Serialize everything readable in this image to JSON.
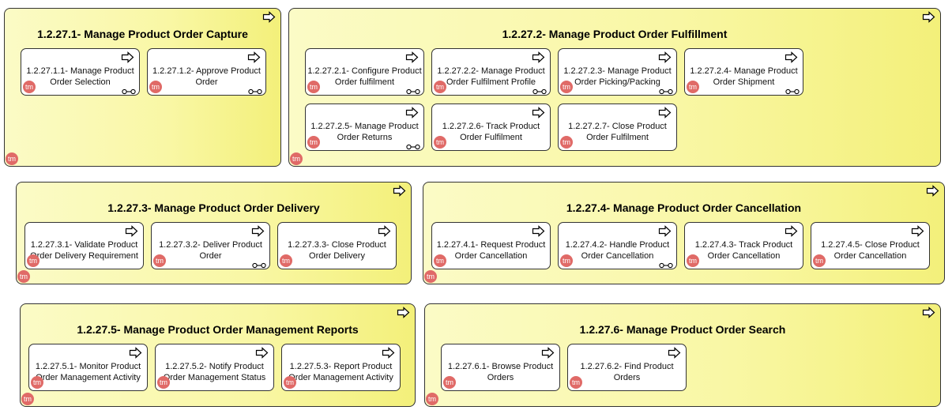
{
  "diagram": {
    "groups": [
      {
        "title": "1.2.27.1- Manage Product Order Capture",
        "processes": [
          {
            "label": "1.2.27.1.1- Manage Product Order Selection",
            "link": true
          },
          {
            "label": "1.2.27.1.2- Approve Product Order",
            "link": true
          }
        ]
      },
      {
        "title": "1.2.27.2- Manage Product Order Fulfillment",
        "processes": [
          {
            "label": "1.2.27.2.1- Configure Product Order fulfilment",
            "link": true
          },
          {
            "label": "1.2.27.2.2- Manage Product Order Fulfilment Profile",
            "link": true
          },
          {
            "label": "1.2.27.2.3- Manage Product Order Picking/Packing",
            "link": true
          },
          {
            "label": "1.2.27.2.4- Manage Product Order Shipment",
            "link": true
          },
          {
            "label": "1.2.27.2.5- Manage Product Order Returns",
            "link": true
          },
          {
            "label": "1.2.27.2.6- Track Product Order Fulfilment",
            "link": false
          },
          {
            "label": "1.2.27.2.7- Close Product Order Fulfilment",
            "link": false
          }
        ]
      },
      {
        "title": "1.2.27.3- Manage Product Order Delivery",
        "processes": [
          {
            "label": "1.2.27.3.1- Validate Product Order Delivery Requirement",
            "link": false
          },
          {
            "label": "1.2.27.3.2- Deliver Product Order",
            "link": true
          },
          {
            "label": "1.2.27.3.3- Close Product Order Delivery",
            "link": false
          }
        ]
      },
      {
        "title": "1.2.27.4- Manage Product Order Cancellation",
        "processes": [
          {
            "label": "1.2.27.4.1- Request Product Order Cancellation",
            "link": false
          },
          {
            "label": "1.2.27.4.2- Handle Product Order Cancellation",
            "link": true
          },
          {
            "label": "1.2.27.4.3- Track Product Order Cancellation",
            "link": false
          },
          {
            "label": "1.2.27.4.5- Close Product Order Cancellation",
            "link": false
          }
        ]
      },
      {
        "title": "1.2.27.5- Manage Product Order Management Reports",
        "processes": [
          {
            "label": "1.2.27.5.1- Monitor Product Order Management Activity",
            "link": false
          },
          {
            "label": "1.2.27.5.2- Notify Product Order Management Status",
            "link": false
          },
          {
            "label": "1.2.27.5.3- Report Product Order Management Activity",
            "link": false
          }
        ]
      },
      {
        "title": "1.2.27.6- Manage Product Order Search",
        "processes": [
          {
            "label": "1.2.27.6.1- Browse Product Orders",
            "link": false
          },
          {
            "label": "1.2.27.6.2- Find Product Orders",
            "link": false
          }
        ]
      }
    ],
    "badge_text": "tm",
    "colors": {
      "group_fill": "#f9f7a4",
      "badge": "#e06a67",
      "process_fill": "#ffffff"
    },
    "icons": {
      "process": "process-arrow-icon",
      "link": "link-icon"
    }
  }
}
